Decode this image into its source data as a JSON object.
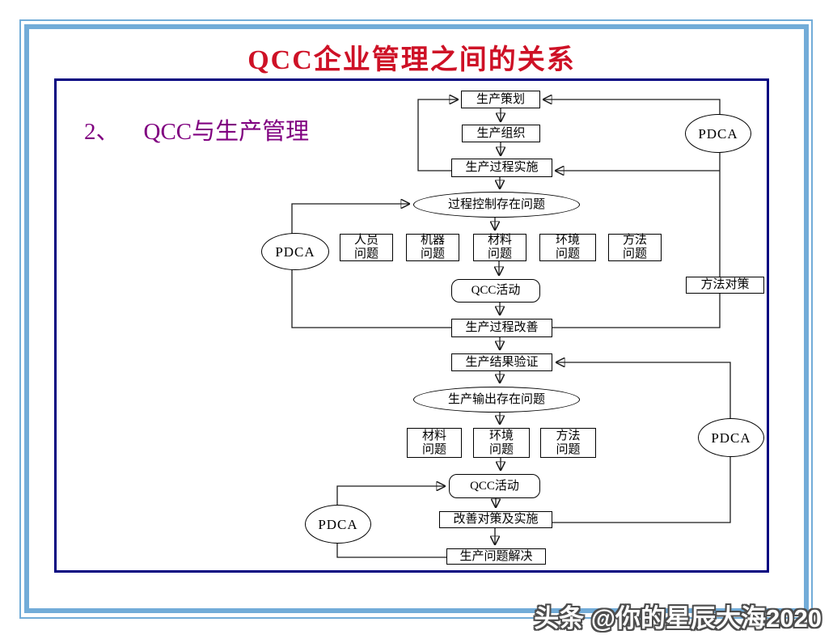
{
  "header": {
    "title": "QCC企业管理之间的关系"
  },
  "section": {
    "heading_num": "2、",
    "heading_text": "QCC与生产管理"
  },
  "watermark": {
    "text": "头条 @你的星辰大海2020"
  },
  "colors": {
    "title_red": "#CE1126",
    "heading_purple": "#800080",
    "frame_blue": "#72ACD8",
    "content_border_navy": "#000080",
    "flow_line_black": "#1a1a1a"
  },
  "diagram": {
    "pdca_label": "PDCA",
    "nodes": {
      "plan": "生产策划",
      "organize": "生产组织",
      "implement": "生产过程实施",
      "control_problem": "过程控制存在问题",
      "qcc1": "QCC活动",
      "method_counter": "方法对策",
      "improve": "生产过程改善",
      "verify": "生产结果验证",
      "output_problem": "生产输出存在问题",
      "qcc2": "QCC活动",
      "countermeasure": "改善对策及实施",
      "solved": "生产问题解决"
    },
    "problem_row1": [
      {
        "line1": "人员",
        "line2": "问题"
      },
      {
        "line1": "机器",
        "line2": "问题"
      },
      {
        "line1": "材料",
        "line2": "问题"
      },
      {
        "line1": "环境",
        "line2": "问题"
      },
      {
        "line1": "方法",
        "line2": "问题"
      }
    ],
    "problem_row2": [
      {
        "line1": "材料",
        "line2": "问题"
      },
      {
        "line1": "环境",
        "line2": "问题"
      },
      {
        "line1": "方法",
        "line2": "问题"
      }
    ]
  }
}
